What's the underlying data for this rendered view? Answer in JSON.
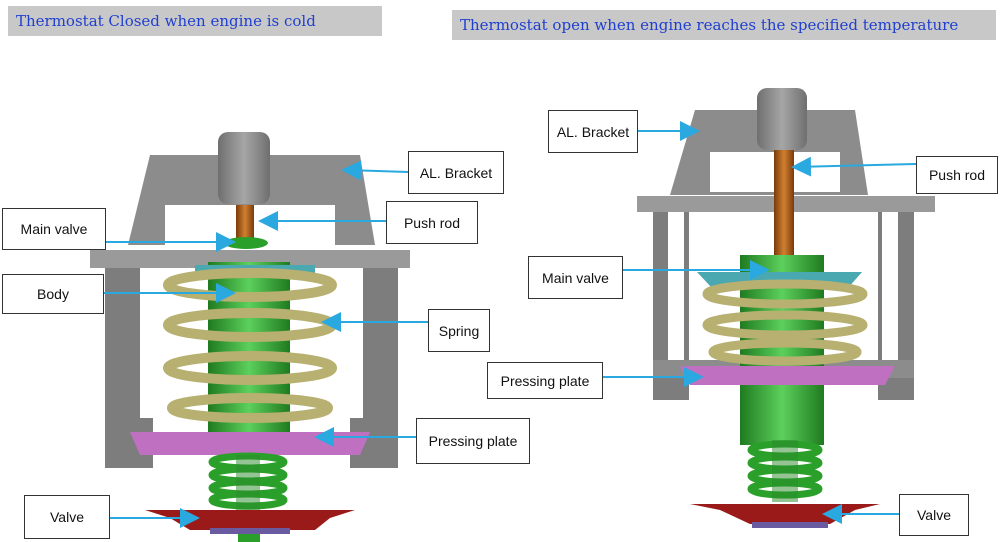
{
  "titles": {
    "left": "Thermostat Closed when engine is cold",
    "right": "Thermostat open when engine reaches the specified temperature"
  },
  "left_labels": {
    "al_bracket": "AL. Bracket",
    "main_valve": "Main valve",
    "push_rod": "Push rod",
    "body": "Body",
    "spring": "Spring",
    "pressing_plate": "Pressing plate",
    "valve": "Valve"
  },
  "right_labels": {
    "al_bracket": "AL. Bracket",
    "push_rod": "Push rod",
    "main_valve": "Main valve",
    "pressing_plate": "Pressing plate",
    "valve": "Valve"
  },
  "colors": {
    "bracket": "#8c8c8c",
    "push_rod": "#b0601a",
    "body": "#3aa83a",
    "spring": "#b8b070",
    "pressing_plate": "#c070c0",
    "valve": "#9a1a1a",
    "main_valve": "#4aa8b0",
    "arrow": "#2aa8e0",
    "title_text": "#1f3fd0"
  }
}
